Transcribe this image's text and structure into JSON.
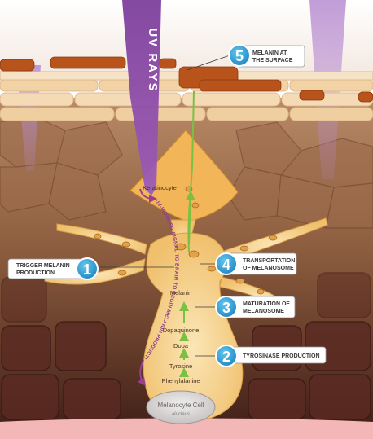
{
  "uv_label": "UV RAYS",
  "keratinocyte_label": "Keratinocyte",
  "signal_label": "UV-INDUCED SIGNAL TO BRAIN TO BEGIN MELANIN PRODUCTION",
  "cell": {
    "name": "Melanocyte Cell",
    "nucleus": "Nucleus"
  },
  "pathway": [
    "Melanin",
    "Dopaquinone",
    "Dopa",
    "Tyrosine",
    "Phenylalanine"
  ],
  "steps": [
    {
      "number": "1",
      "line1": "TRIGGER MELANIN",
      "line2": "PRODUCTION"
    },
    {
      "number": "2",
      "line1": "TYROSINASE PRODUCTION",
      "line2": ""
    },
    {
      "number": "3",
      "line1": "MATURATION OF",
      "line2": "MELANOSOME"
    },
    {
      "number": "4",
      "line1": "TRANSPORTATION",
      "line2": "OF MELANOSOME"
    },
    {
      "number": "5",
      "line1": "MELANIN AT",
      "line2": "THE SURFACE"
    }
  ],
  "colors": {
    "step_circle": "#2aa3d9",
    "uv_purple": "#8a4fa3",
    "signal_purple": "#9a3f8f",
    "arrow_green": "#7ac043",
    "cell_fill": "#f7d28e",
    "melanin_brown": "#b8531b"
  }
}
